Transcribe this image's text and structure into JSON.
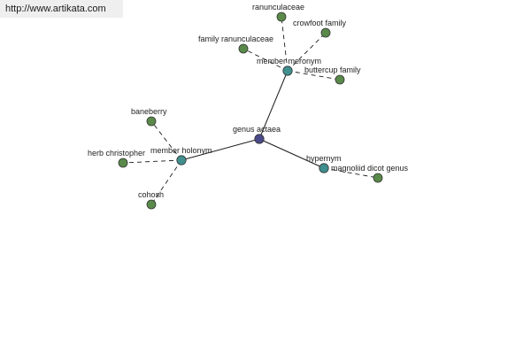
{
  "watermark": {
    "text": "http://www.artikata.com"
  },
  "colors": {
    "root": "#4a4a8a",
    "relation": "#3f8f8f",
    "leaf": "#5a8a4a",
    "stroke": "#1a1a1a"
  },
  "graph": {
    "nodes": [
      {
        "id": "genus-actaea",
        "label": "genus actaea",
        "kind": "root"
      },
      {
        "id": "member-meronym",
        "label": "member meronym",
        "kind": "relation"
      },
      {
        "id": "member-holonym",
        "label": "member holonym",
        "kind": "relation"
      },
      {
        "id": "hypernym",
        "label": "hypernym",
        "kind": "relation"
      },
      {
        "id": "ranunculaceae",
        "label": "ranunculaceae",
        "kind": "leaf"
      },
      {
        "id": "crowfoot-family",
        "label": "crowfoot family",
        "kind": "leaf"
      },
      {
        "id": "family-ranunculaceae",
        "label": "family ranunculaceae",
        "kind": "leaf"
      },
      {
        "id": "buttercup-family",
        "label": "buttercup family",
        "kind": "leaf"
      },
      {
        "id": "baneberry",
        "label": "baneberry",
        "kind": "leaf"
      },
      {
        "id": "herb-christopher",
        "label": "herb christopher",
        "kind": "leaf"
      },
      {
        "id": "cohosh",
        "label": "cohosh",
        "kind": "leaf"
      },
      {
        "id": "magnoliid-dicot-genus",
        "label": "magnoliid dicot genus",
        "kind": "leaf"
      }
    ],
    "edges": [
      {
        "from": "genus-actaea",
        "to": "member-meronym",
        "style": "solid"
      },
      {
        "from": "genus-actaea",
        "to": "member-holonym",
        "style": "solid"
      },
      {
        "from": "genus-actaea",
        "to": "hypernym",
        "style": "solid"
      },
      {
        "from": "member-meronym",
        "to": "ranunculaceae",
        "style": "dashed"
      },
      {
        "from": "member-meronym",
        "to": "crowfoot-family",
        "style": "dashed"
      },
      {
        "from": "member-meronym",
        "to": "family-ranunculaceae",
        "style": "dashed"
      },
      {
        "from": "member-meronym",
        "to": "buttercup-family",
        "style": "dashed"
      },
      {
        "from": "member-holonym",
        "to": "baneberry",
        "style": "dashed"
      },
      {
        "from": "member-holonym",
        "to": "herb-christopher",
        "style": "dashed"
      },
      {
        "from": "member-holonym",
        "to": "cohosh",
        "style": "dashed"
      },
      {
        "from": "hypernym",
        "to": "magnoliid-dicot-genus",
        "style": "dashed"
      }
    ]
  }
}
